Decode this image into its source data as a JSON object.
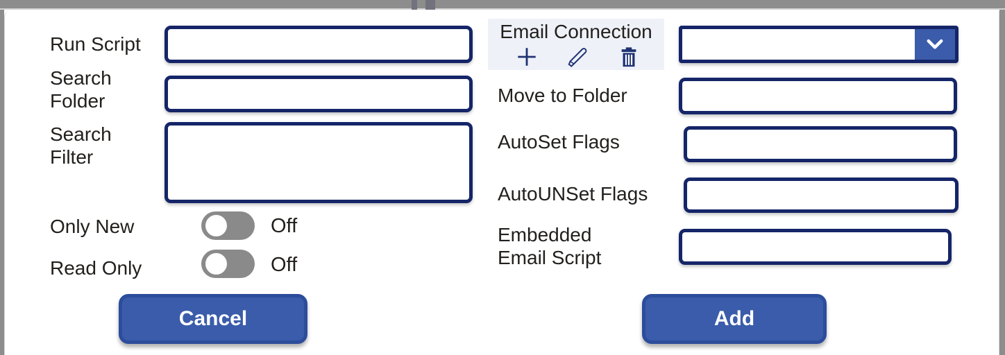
{
  "form": {
    "left": {
      "run_script": {
        "label": "Run Script",
        "value": ""
      },
      "search_folder": {
        "label": "Search\nFolder",
        "value": ""
      },
      "search_filter": {
        "label": "Search\nFilter",
        "value": ""
      },
      "only_new": {
        "label": "Only New",
        "state": "Off",
        "on": false
      },
      "read_only": {
        "label": "Read Only",
        "state": "Off",
        "on": false
      },
      "cancel_label": "Cancel"
    },
    "right": {
      "email_connection": {
        "label": "Email Connection",
        "value": "",
        "icons": [
          "plus-icon",
          "pencil-icon",
          "trash-icon"
        ]
      },
      "move_to_folder": {
        "label": "Move to Folder",
        "value": ""
      },
      "autoset_flags": {
        "label": "AutoSet Flags",
        "value": ""
      },
      "autounset_flags": {
        "label": "AutoUNSet Flags",
        "value": ""
      },
      "embedded_email_script": {
        "label": "Embedded\nEmail Script",
        "value": ""
      },
      "add_label": "Add"
    },
    "colors": {
      "input_border": "#152568",
      "primary_button": "#3a5caa",
      "primary_button_border": "#2c4d9c",
      "icon_navy": "#1f3272",
      "toggle_off_gray": "#8a8a8a",
      "email_block_bg": "#eef1f8",
      "frame_gray": "#8d8d8d",
      "label_text": "#22201d"
    }
  }
}
